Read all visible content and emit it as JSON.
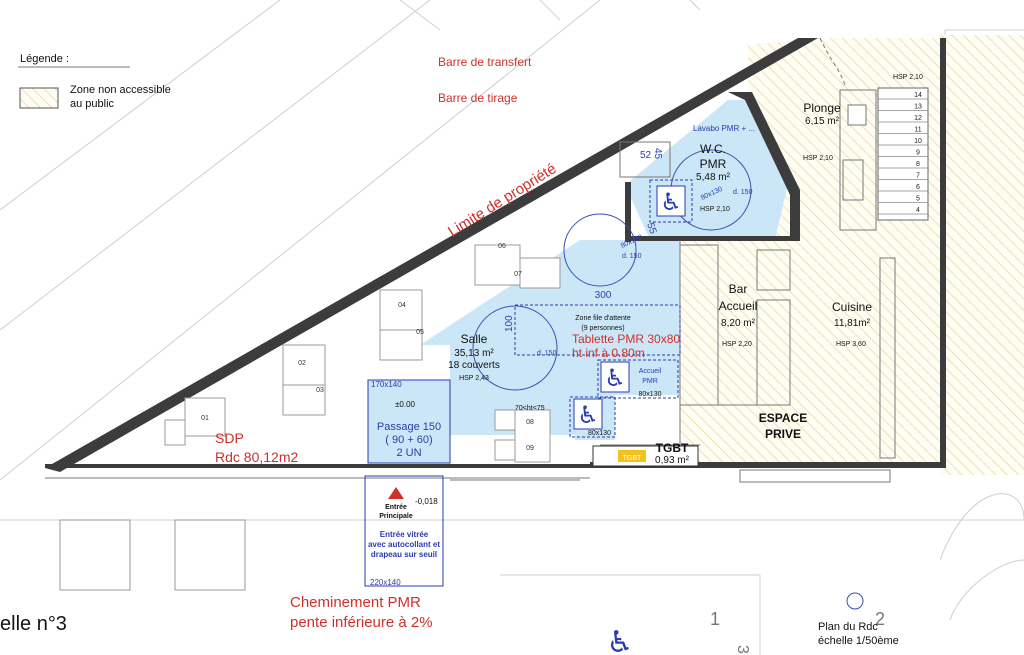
{
  "legend": {
    "title": "Légende :",
    "item_line1": "Zone non accessible",
    "item_line2": "au public"
  },
  "annotations": {
    "barre_transfert": "Barre de transfert",
    "barre_tirage": "Barre de tirage",
    "limite": "Limite de propriété",
    "sdp_line1": "SDP",
    "sdp_line2": "Rdc 80,12m2",
    "cheminement_line1": "Cheminement PMR",
    "cheminement_line2": "pente inférieure à 2%",
    "tablette_line1": "Tablette PMR 30x80",
    "tablette_line2": "ht inf à 0.80m",
    "ruelle": "elle n°3",
    "plan_line1": "Plan du Rdc",
    "plan_line2": "échelle 1/50ème",
    "num1": "1",
    "num2": "2",
    "num3": "3"
  },
  "rooms": {
    "wc": {
      "name1": "W.C.",
      "name2": "PMR",
      "area": "5,48 m²",
      "hsp": "HSP 2,10",
      "lavabo": "Lavabo PMR + ..."
    },
    "plonge": {
      "name": "Plonge",
      "area": "6,15 m²",
      "hsp": "HSP 2,10",
      "hsp_top": "HSP 2,10"
    },
    "bar": {
      "name1": "Bar",
      "name2": "Accueil",
      "area": "8,20 m²",
      "hsp": "HSP 2,20"
    },
    "cuisine": {
      "name": "Cuisine",
      "area": "11,81m²",
      "hsp": "HSP 3,60"
    },
    "salle": {
      "name": "Salle",
      "area": "35,13 m²",
      "couverts": "18 couverts",
      "hsp": "HSP 2,43"
    },
    "espace": {
      "line1": "ESPACE",
      "line2": "PRIVE"
    },
    "tgbt": {
      "name": "TGBT",
      "area": "0,93 m²",
      "tag": "TGBT"
    }
  },
  "dims": {
    "d52": "52",
    "d45": "45",
    "d80x130_wc": "80x130",
    "d150_wc": "d. 150",
    "d55": "55",
    "d80x130_a": "80x130",
    "d150_a": "d. 150",
    "d300": "300",
    "d100": "100",
    "d150_b": "d. 150",
    "zone1": "Zone file d'attente",
    "zone2": "(9 personnes)",
    "accueil1": "Accueil",
    "accueil2": "PMR",
    "accueil_dim": "80x130",
    "d70": "70<ht<75",
    "d80x130_c": "80x130",
    "p170": "170x140",
    "p000": "±0.00",
    "passage1": "Passage 150",
    "passage2": "( 90   +   60)",
    "passage3": "2 UN",
    "p018": "-0,018",
    "entree1": "Entrée",
    "entree2": "Principale",
    "vitree1": "Entrée vitrée",
    "vitree2": "avec autocollant et",
    "vitree3": "drapeau sur seuil",
    "p220": "220x140"
  },
  "tables": [
    "01",
    "02",
    "03",
    "04",
    "05",
    "06",
    "07",
    "08",
    "09"
  ],
  "stairs": [
    "14",
    "13",
    "12",
    "11",
    "10",
    "9",
    "8",
    "7",
    "6",
    "5",
    "4"
  ]
}
